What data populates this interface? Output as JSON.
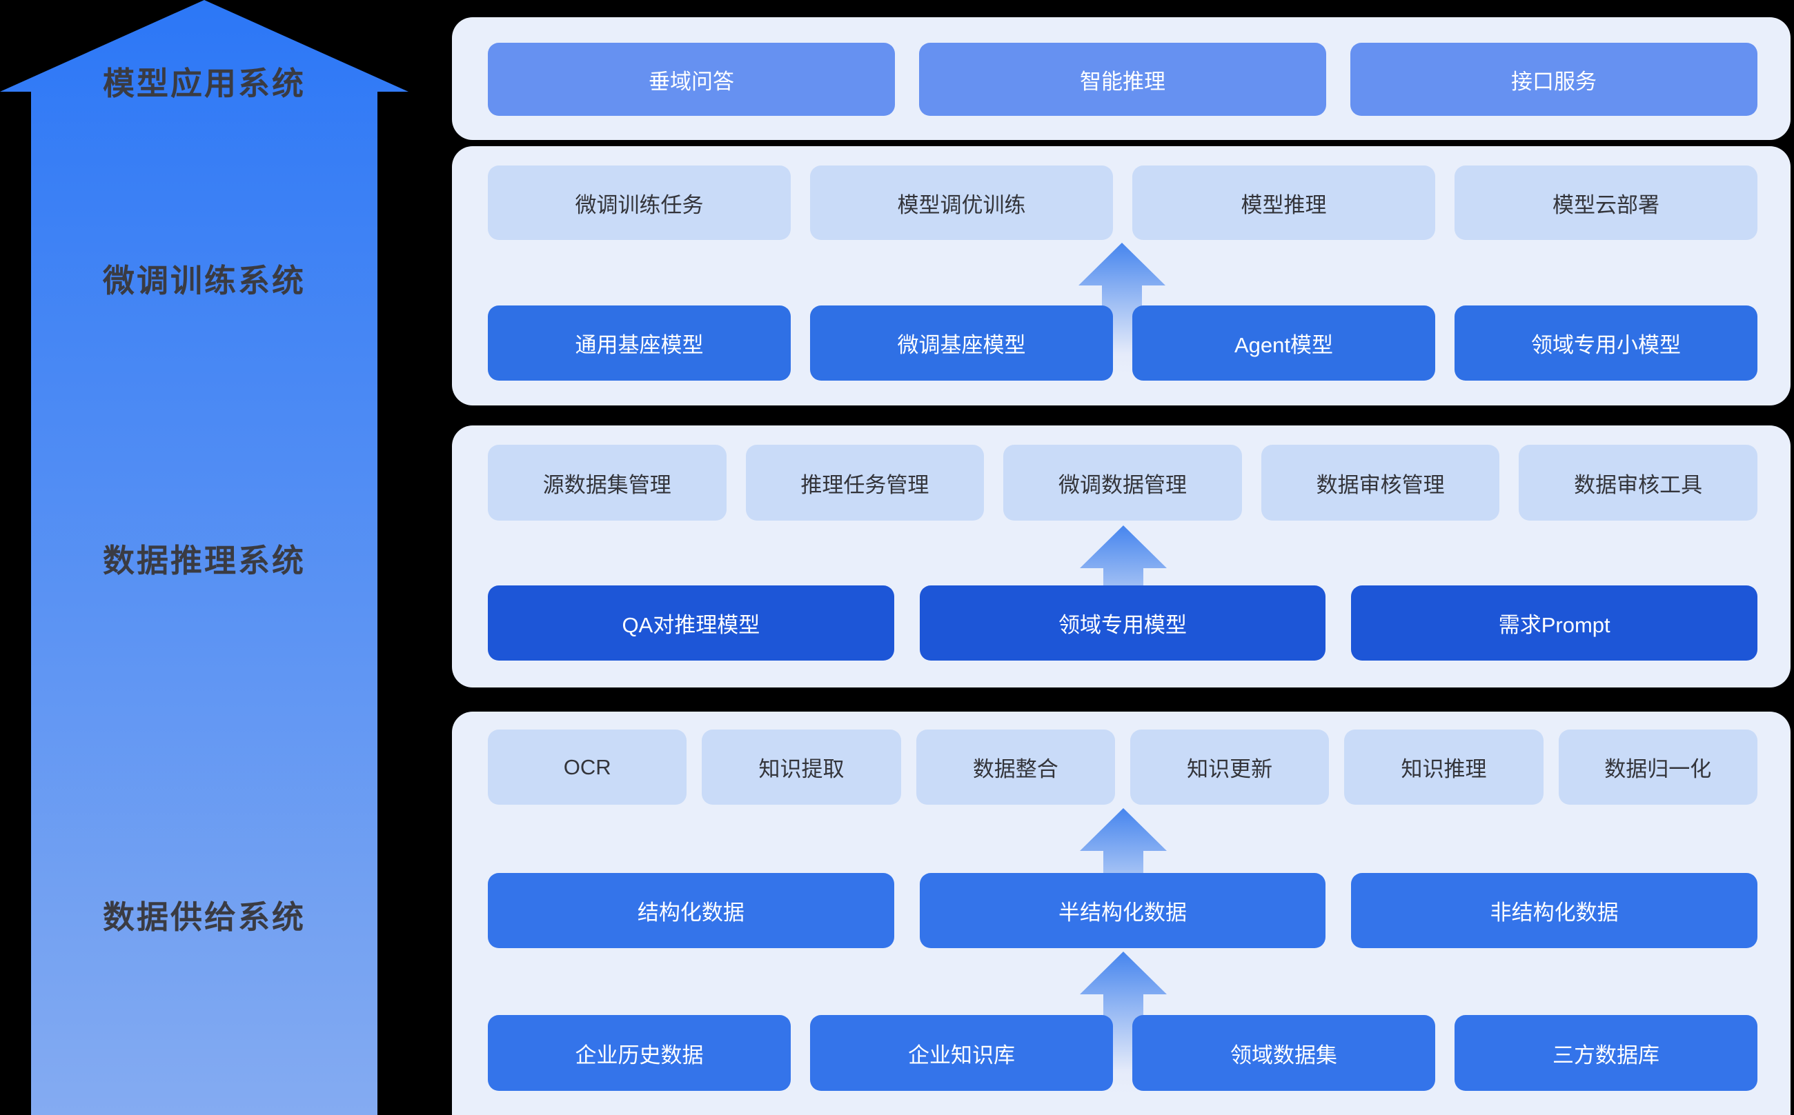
{
  "colors": {
    "background": "#000000",
    "panel_bg": "#e9effb",
    "light_button": "#c9dbf8",
    "app_button": "#6691f1",
    "primary_button": "#2f70e5",
    "primary_button_panel4": "#3474ea",
    "dark_button": "#1d56d7",
    "big_arrow_top": "#2c77f6",
    "big_arrow_bottom": "#84abf2",
    "small_arrow_tip": "#4685ee",
    "label_text": "#3a3b42"
  },
  "side_arrow": {
    "labels": [
      "模型应用系统",
      "微调训练系统",
      "数据推理系统",
      "数据供给系统"
    ]
  },
  "panels": [
    {
      "rows": [
        {
          "style": "app",
          "buttons": [
            "垂域问答",
            "智能推理",
            "接口服务"
          ]
        }
      ]
    },
    {
      "rows": [
        {
          "style": "light",
          "buttons": [
            "微调训练任务",
            "模型调优训练",
            "模型推理",
            "模型云部署"
          ]
        },
        {
          "style": "primary",
          "buttons": [
            "通用基座模型",
            "微调基座模型",
            "Agent模型",
            "领域专用小模型"
          ]
        }
      ]
    },
    {
      "rows": [
        {
          "style": "light",
          "buttons": [
            "源数据集管理",
            "推理任务管理",
            "微调数据管理",
            "数据审核管理",
            "数据审核工具"
          ]
        },
        {
          "style": "dark",
          "buttons": [
            "QA对推理模型",
            "领域专用模型",
            "需求Prompt"
          ]
        }
      ]
    },
    {
      "rows": [
        {
          "style": "light",
          "buttons": [
            "OCR",
            "知识提取",
            "数据整合",
            "知识更新",
            "知识推理",
            "数据归一化"
          ]
        },
        {
          "style": "primary",
          "buttons": [
            "结构化数据",
            "半结构化数据",
            "非结构化数据"
          ]
        },
        {
          "style": "primary",
          "buttons": [
            "企业历史数据",
            "企业知识库",
            "领域数据集",
            "三方数据库"
          ]
        }
      ]
    }
  ]
}
